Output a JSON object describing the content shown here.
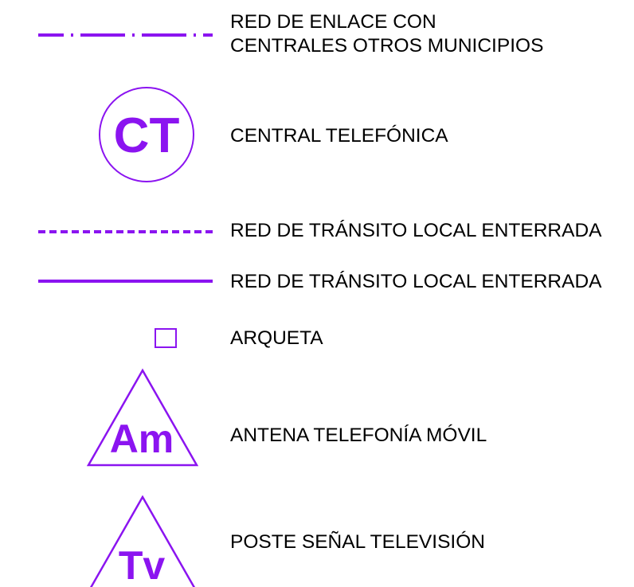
{
  "colors": {
    "symbol": "#8b14f0",
    "text": "#000000",
    "background": "#ffffff"
  },
  "legend": [
    {
      "id": "red-enlace",
      "symbol": "dash-dot-line",
      "label": "RED DE ENLACE CON\nCENTRALES OTROS MUNICIPIOS"
    },
    {
      "id": "central-telefonica",
      "symbol": "circle",
      "symbol_text": "CT",
      "label": "CENTRAL TELEFÓNICA"
    },
    {
      "id": "red-transito-dashed",
      "symbol": "dashed-line",
      "label": "RED DE TRÁNSITO LOCAL ENTERRADA"
    },
    {
      "id": "red-transito-solid",
      "symbol": "solid-line",
      "label": "RED DE TRÁNSITO LOCAL ENTERRADA"
    },
    {
      "id": "arqueta",
      "symbol": "square",
      "label": "ARQUETA"
    },
    {
      "id": "antena-movil",
      "symbol": "triangle",
      "symbol_text": "Am",
      "label": "ANTENA TELEFONÍA MÓVIL"
    },
    {
      "id": "poste-tv",
      "symbol": "triangle",
      "symbol_text": "Tv",
      "label": "POSTE SEÑAL TELEVISIÓN"
    }
  ]
}
